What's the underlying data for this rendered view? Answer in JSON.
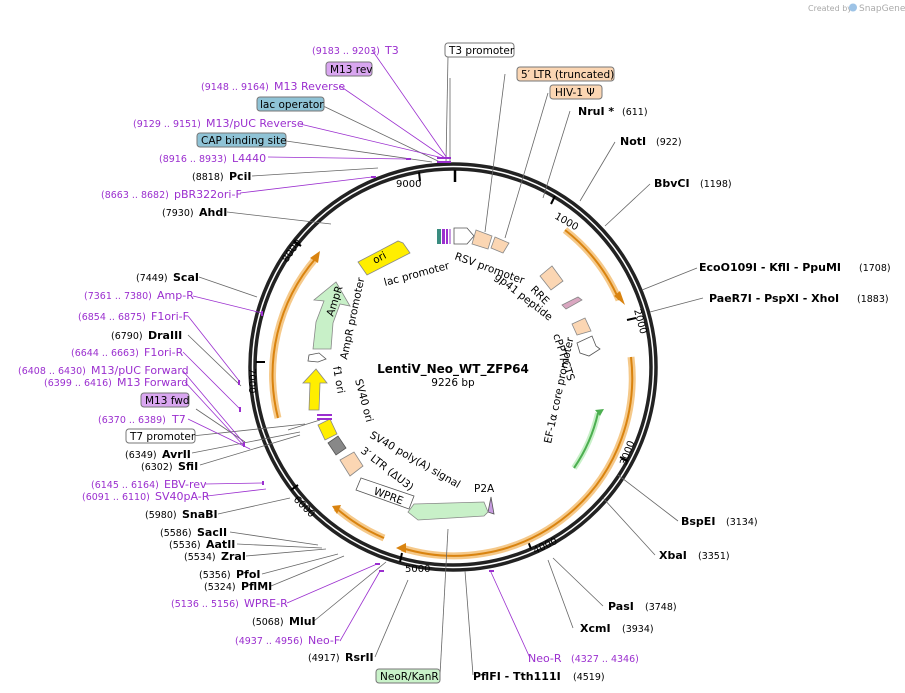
{
  "credit": {
    "prefix": "Created by",
    "brand": "SnapGene"
  },
  "plasmid": {
    "name": "LentiV_Neo_WT_ZFP64",
    "length": "9226 bp"
  },
  "ticks": [
    "1000",
    "2000",
    "3000",
    "4000",
    "5000",
    "6000",
    "7000",
    "8000",
    "9000"
  ],
  "sites_right": [
    {
      "pos": "(611)",
      "name": "NruI *"
    },
    {
      "pos": "(922)",
      "name": "NotI"
    },
    {
      "pos": "(1198)",
      "name": "BbvCI"
    },
    {
      "pos": "(1708)",
      "name": "EcoO109I  -  KflI  -  PpuMI"
    },
    {
      "pos": "(1883)",
      "name": "PaeR7I  -  PspXI  -  XhoI"
    },
    {
      "pos": "(3134)",
      "name": "BspEI"
    },
    {
      "pos": "(3351)",
      "name": "XbaI"
    },
    {
      "pos": "(3748)",
      "name": "PasI"
    },
    {
      "pos": "(3934)",
      "name": "XcmI"
    },
    {
      "pos": "(4519)",
      "name": "PflFI  -  Tth111I"
    }
  ],
  "sites_left": [
    {
      "pos": "(8818)",
      "name": "PciI"
    },
    {
      "pos": "(7930)",
      "name": "AhdI"
    },
    {
      "pos": "(7449)",
      "name": "ScaI"
    },
    {
      "pos": "(6790)",
      "name": "DraIII"
    },
    {
      "pos": "(6349)",
      "name": "AvrII"
    },
    {
      "pos": "(6302)",
      "name": "SfiI"
    },
    {
      "pos": "(5980)",
      "name": "SnaBI"
    },
    {
      "pos": "(5586)",
      "name": "SacII"
    },
    {
      "pos": "(5536)",
      "name": "AatII"
    },
    {
      "pos": "(5534)",
      "name": "ZraI"
    },
    {
      "pos": "(5356)",
      "name": "PfoI"
    },
    {
      "pos": "(5324)",
      "name": "PflMI"
    },
    {
      "pos": "(5068)",
      "name": "MluI"
    },
    {
      "pos": "(4917)",
      "name": "RsrII"
    }
  ],
  "primers": [
    {
      "pos": "(9183 .. 9203)",
      "name": "T3"
    },
    {
      "pos": "(9148 .. 9164)",
      "name": "M13 Reverse"
    },
    {
      "pos": "(9129 .. 9151)",
      "name": "M13/pUC Reverse"
    },
    {
      "pos": "(8916 .. 8933)",
      "name": "L4440"
    },
    {
      "pos": "(8663 .. 8682)",
      "name": "pBR322ori-F"
    },
    {
      "pos": "(7361 .. 7380)",
      "name": "Amp-R"
    },
    {
      "pos": "(6854 .. 6875)",
      "name": "F1ori-F"
    },
    {
      "pos": "(6644 .. 6663)",
      "name": "F1ori-R"
    },
    {
      "pos": "(6408 .. 6430)",
      "name": "M13/pUC Forward"
    },
    {
      "pos": "(6399 .. 6416)",
      "name": "M13 Forward"
    },
    {
      "pos": "(6370 .. 6389)",
      "name": "T7"
    },
    {
      "pos": "(6145 .. 6164)",
      "name": "EBV-rev"
    },
    {
      "pos": "(6091 .. 6110)",
      "name": "SV40pA-R"
    },
    {
      "pos": "(5136 .. 5156)",
      "name": "WPRE-R"
    },
    {
      "pos": "(4937 .. 4956)",
      "name": "Neo-F"
    },
    {
      "pos": "(4327 .. 4346)",
      "name": "Neo-R"
    }
  ],
  "boxed": {
    "m13_rev": "M13 rev",
    "lac_operator": "lac operator",
    "cap_site": "CAP binding site",
    "m13_fwd": "M13 fwd",
    "t7_promoter": "T7 promoter",
    "t3_promoter": "T3 promoter",
    "ltr_trunc": "5′ LTR (truncated)",
    "hiv_psi": "HIV-1 Ψ",
    "neor": "NeoR/KanR"
  },
  "features": {
    "rsv": "RSV promoter",
    "rre": "RRE",
    "gp41": "gp41 peptide",
    "cppt": "cPPT/CTS",
    "ef1a": "EF-1α core promoter",
    "p2a": "P2A",
    "wpre": "WPRE",
    "ltr3": "3′ LTR (ΔU3)",
    "sv40polya": "SV40 poly(A) signal",
    "sv40ori": "SV40 ori",
    "f1ori": "f1 ori",
    "ampr_prom": "AmpR promoter",
    "ampr": "AmpR",
    "ori": "ori",
    "lacprom": "lac promoter"
  },
  "colors": {
    "primer": "#9b2fcf",
    "cds": "#f5c98a",
    "ampr": "#c8f0c8",
    "ori": "#ffee00",
    "lac_box": "#8fc3d6",
    "m13_box": "#d9a6f0",
    "ltr_box": "#fbd6b3",
    "neor_box": "#c9f2c9"
  }
}
